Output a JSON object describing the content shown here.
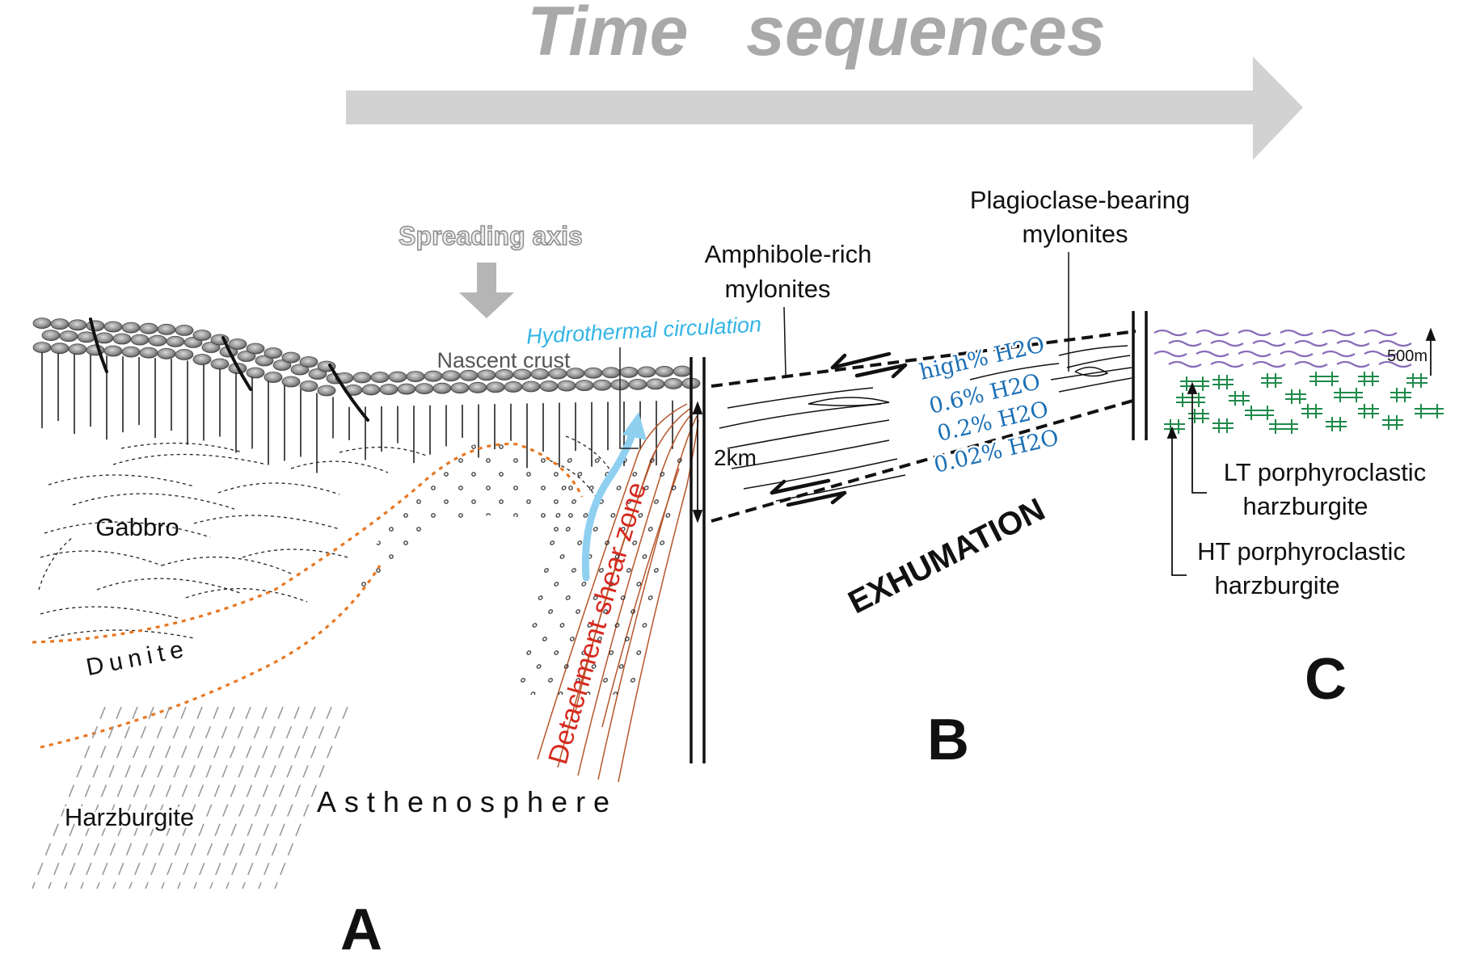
{
  "title": "Time   sequences",
  "colors": {
    "arrow_gray": "#d2d2d2",
    "title_gray": "#a9a9a9",
    "hydrothermal_blue": "#33b5e5",
    "hydrothermal_arrow": "#8fd0f0",
    "detachment_red": "#d62a1f",
    "shear_line_brown": "#b5562b",
    "boundary_orange": "#e87722",
    "water_text_blue": "#1a6fb5",
    "lt_green": "#1e8a4a",
    "pillow_purple": "#8a6bb8"
  },
  "labels": {
    "spreading_axis": "Spreading axis",
    "hydrothermal": "Hydrothermal circulation",
    "nascent_crust": "Nascent crust",
    "gabbro": "Gabbro",
    "dunite": "Dunite",
    "harzburgite": "Harzburgite",
    "asthenosphere": "Asthenosphere",
    "detachment": "Detachment shear zone",
    "amphibole_1": "Amphibole-rich",
    "amphibole_2": "mylonites",
    "plagioclase_1": "Plagioclase-bearing",
    "plagioclase_2": "mylonites",
    "scale_2km": "2km",
    "scale_500m": "500m",
    "water_levels": [
      "high% H2O",
      "0.6% H2O",
      "0.2% H2O",
      "0.02% H2O"
    ],
    "exhumation": "EXHUMATION",
    "lt_1": "LT porphyroclastic",
    "lt_2": "harzburgite",
    "ht_1": "HT porphyroclastic",
    "ht_2": "harzburgite",
    "panel_a": "A",
    "panel_b": "B",
    "panel_c": "C"
  }
}
